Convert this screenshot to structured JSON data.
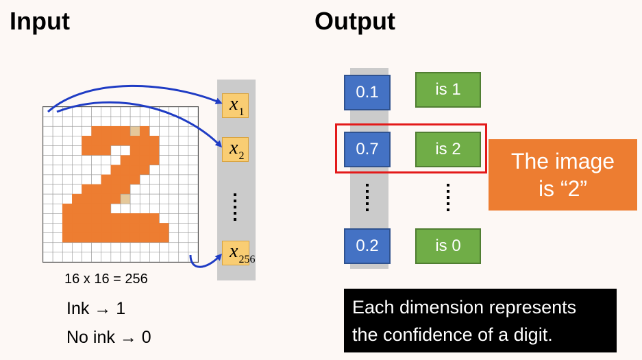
{
  "input_title": "Input",
  "output_title": "Output",
  "grid_caption": "16 x 16 = 256",
  "rules": [
    "Ink → 1",
    "No ink → 0"
  ],
  "input_vector": [
    {
      "symbol": "x",
      "sub": "1"
    },
    {
      "symbol": "x",
      "sub": "2"
    },
    {
      "symbol": "x",
      "sub": "256"
    }
  ],
  "outputs": [
    {
      "value": "0.1",
      "label": "is 1"
    },
    {
      "value": "0.7",
      "label": "is 2"
    },
    {
      "value": "0.2",
      "label": "is 0"
    }
  ],
  "callout_lines": [
    "The image",
    "is “2”"
  ],
  "note_lines": [
    "Each dimension represents",
    "the confidence of a digit."
  ],
  "colors": {
    "ink": "#ed7d31",
    "ink_light": "#e5c89a",
    "value_box": "#4472c4",
    "label_box": "#70ad47",
    "highlight": "#e31a1a",
    "arrow": "#1f3cc4"
  },
  "pixels": [
    "0000000000000000",
    "0000000000000000",
    "0000011112100000",
    "0000111111110000",
    "0000111001110000",
    "0000000011110000",
    "0000000111100000",
    "0000001111000000",
    "0000111110000000",
    "0001111120000000",
    "0011111000000000",
    "0011111111110000",
    "0011111111111000",
    "0011111111111000",
    "0000000000000000",
    "0000000000000000"
  ]
}
